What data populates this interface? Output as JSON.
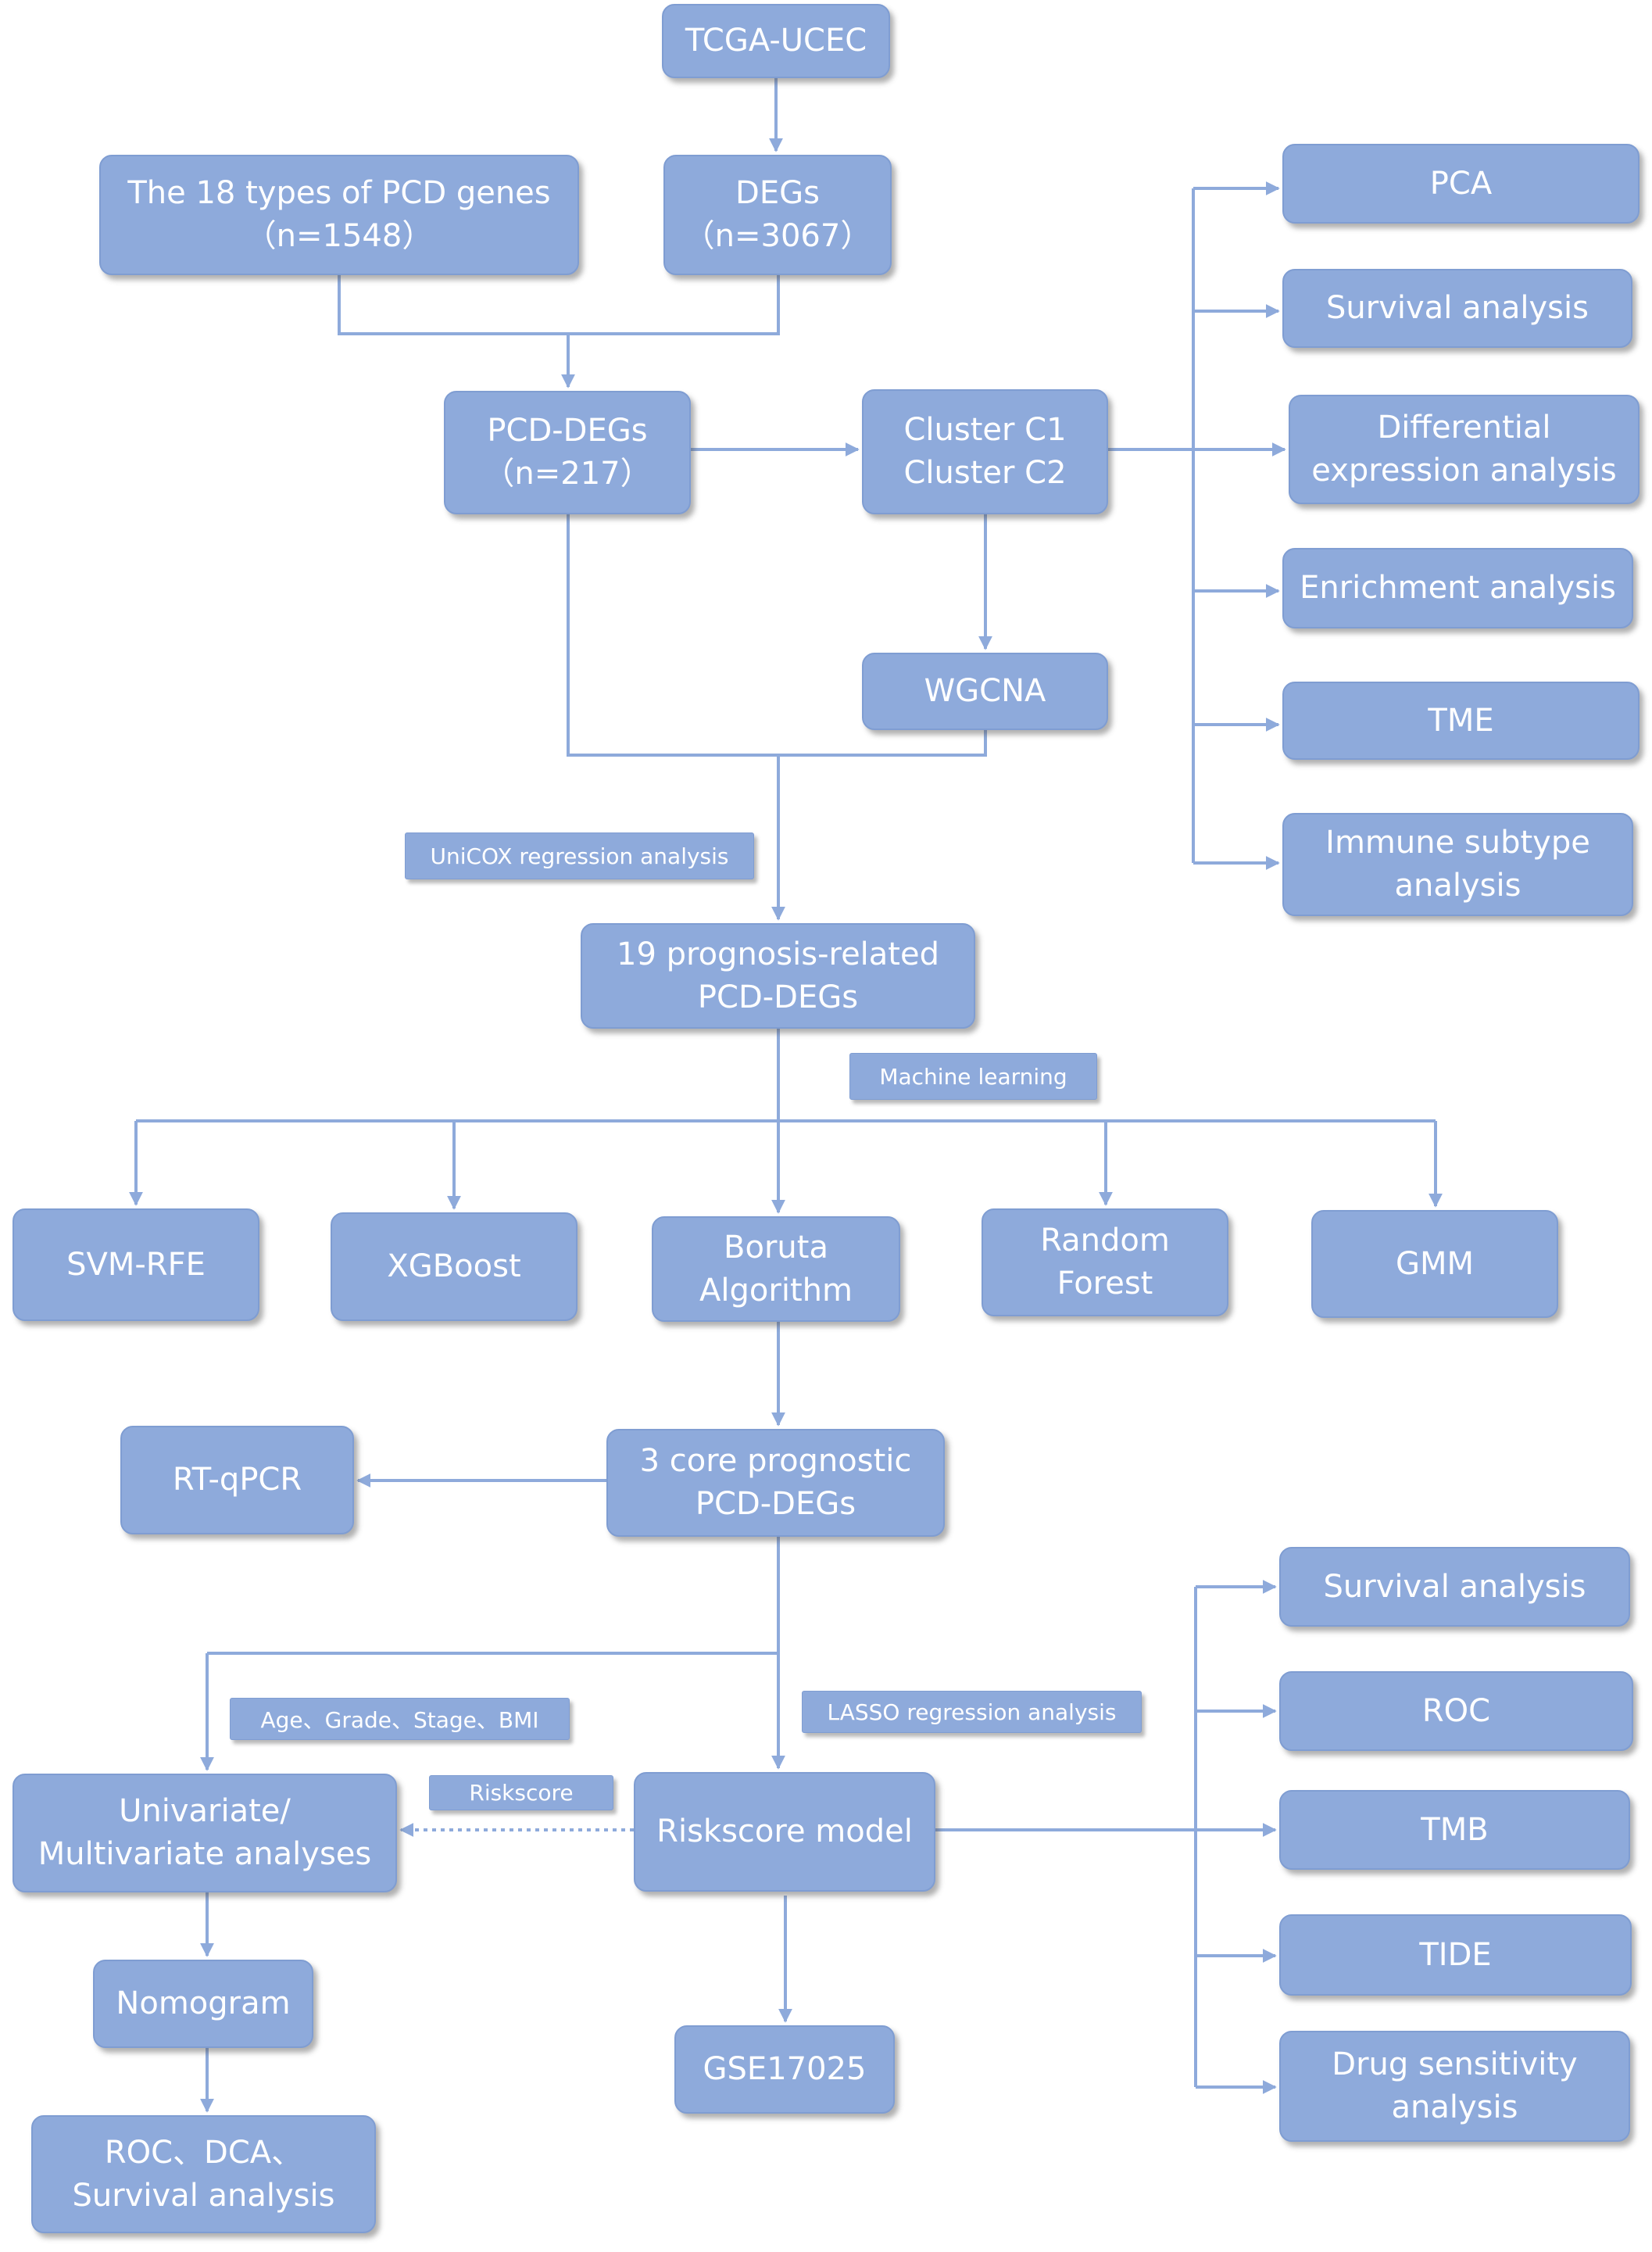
{
  "nodes": {
    "tcga": [
      "TCGA-UCEC"
    ],
    "pcd_genes": [
      "The 18 types of PCD genes",
      "（n=1548）"
    ],
    "degs": [
      "DEGs",
      "（n=3067）"
    ],
    "pcd_degs": [
      "PCD-DEGs",
      "（n=217）"
    ],
    "clusters": [
      "Cluster C1",
      "Cluster C2"
    ],
    "wgcna": [
      "WGCNA"
    ],
    "pca": [
      "PCA"
    ],
    "survival1": [
      "Survival analysis"
    ],
    "diff_expr": [
      "Differential",
      "expression analysis"
    ],
    "enrichment": [
      "Enrichment analysis"
    ],
    "tme": [
      "TME"
    ],
    "immune": [
      "Immune subtype",
      "analysis"
    ],
    "prog19": [
      "19 prognosis-related",
      "PCD-DEGs"
    ],
    "svm": [
      "SVM-RFE"
    ],
    "xgboost": [
      "XGBoost"
    ],
    "boruta": [
      "Boruta",
      "Algorithm"
    ],
    "rf": [
      "Random",
      "Forest"
    ],
    "gmm": [
      "GMM"
    ],
    "core3": [
      "3 core prognostic",
      "PCD-DEGs"
    ],
    "rtqpcr": [
      "RT-qPCR"
    ],
    "univ": [
      "Univariate/",
      "Multivariate analyses"
    ],
    "riskscore": [
      "Riskscore model"
    ],
    "nomogram": [
      "Nomogram"
    ],
    "gse": [
      "GSE17025"
    ],
    "roc_dca": [
      "ROC、DCA、",
      "Survival analysis"
    ],
    "survival2": [
      "Survival analysis"
    ],
    "roc": [
      "ROC"
    ],
    "tmb": [
      "TMB"
    ],
    "tide": [
      "TIDE"
    ],
    "drug": [
      "Drug sensitivity",
      "analysis"
    ]
  },
  "labels": {
    "unicox": "UniCOX regression analysis",
    "ml": "Machine learning",
    "clinical": "Age、Grade、Stage、BMI",
    "lasso": "LASSO regression analysis",
    "riskscore_lbl": "Riskscore"
  },
  "colors": {
    "box_fill": "#8eaadb",
    "box_border": "#7f9dd2",
    "connector": "#8eaadb",
    "text": "#ffffff"
  }
}
